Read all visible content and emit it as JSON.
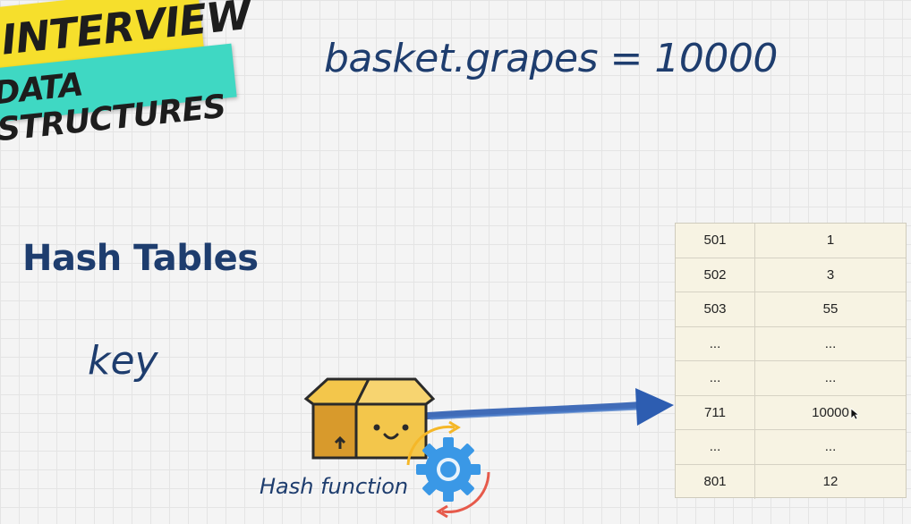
{
  "badge": {
    "line1": "INTERVIEW",
    "line2": "DATA STRUCTURES"
  },
  "slide": {
    "code_title": "basket.grapes = 10000",
    "section_title": "Hash Tables",
    "key_label": "key",
    "hash_function_label": "Hash function"
  },
  "table": {
    "rows": [
      {
        "key": "501",
        "value": "1"
      },
      {
        "key": "502",
        "value": "3"
      },
      {
        "key": "503",
        "value": "55"
      },
      {
        "key": "...",
        "value": "..."
      },
      {
        "key": "...",
        "value": "..."
      },
      {
        "key": "711",
        "value": "10000"
      },
      {
        "key": "...",
        "value": "..."
      },
      {
        "key": "801",
        "value": "12"
      }
    ]
  },
  "colors": {
    "title_blue": "#1e3d6e",
    "badge_yellow": "#f6df2c",
    "badge_teal": "#3fd8c3",
    "arrow_blue": "#2d5db1",
    "gear_blue": "#3a98e6",
    "box_yellow": "#f3c64b"
  },
  "icons": [
    "box-face-icon",
    "gear-icon",
    "arrow-icon",
    "cursor-icon"
  ]
}
